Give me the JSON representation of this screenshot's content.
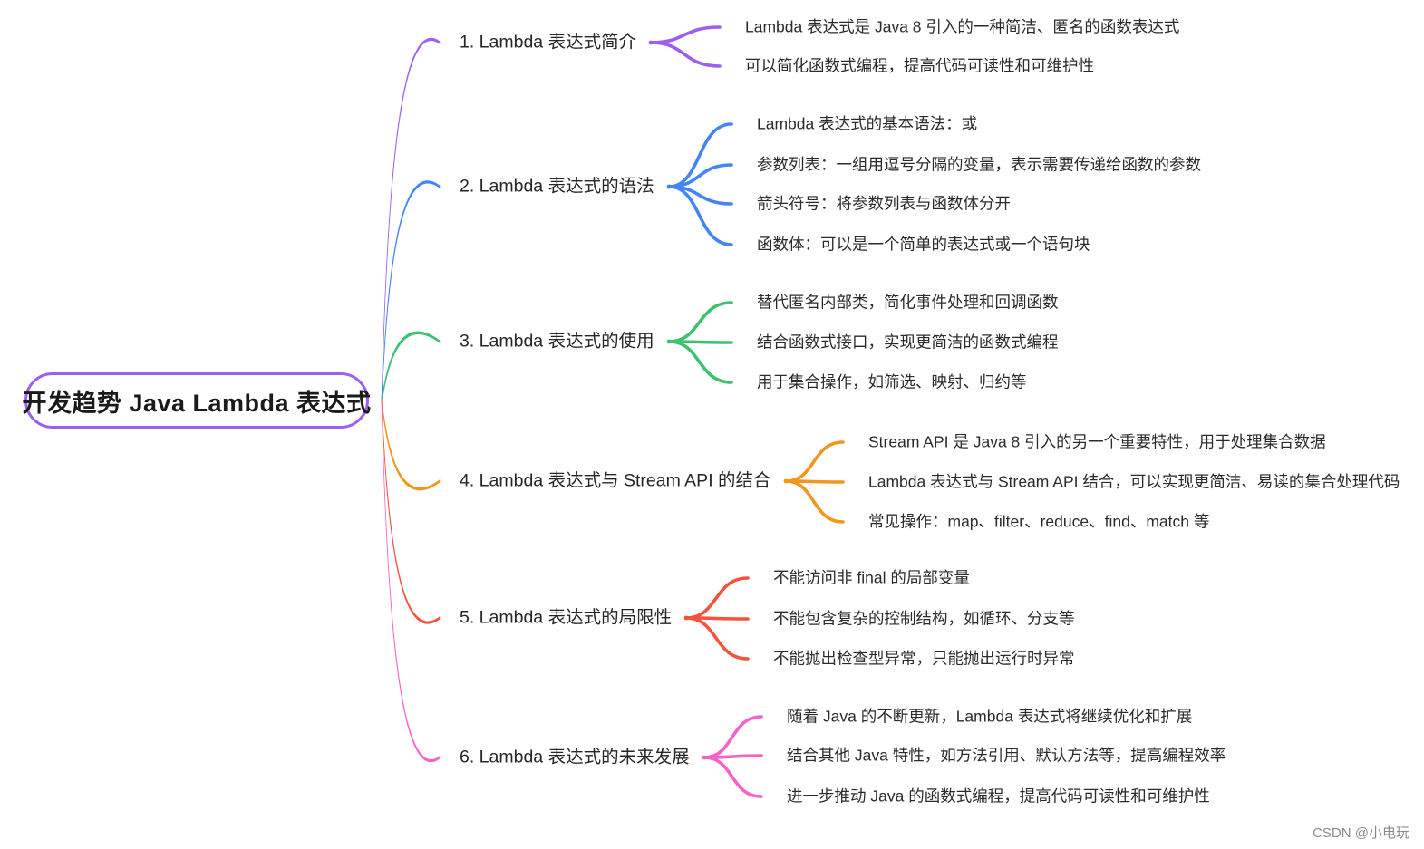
{
  "diagram": {
    "type": "mindmap",
    "title": "开发趋势 Java Lambda 表达式",
    "root": {
      "label": "开发趋势 Java Lambda 表达式",
      "border_color": "#9c5ff0"
    },
    "branches": [
      {
        "label": "1. Lambda 表达式简介",
        "color": "#9c5ff0",
        "children": [
          {
            "label": "Lambda 表达式是 Java 8 引入的一种简洁、匿名的函数表达式"
          },
          {
            "label": "可以简化函数式编程，提高代码可读性和可维护性"
          }
        ]
      },
      {
        "label": "2. Lambda 表达式的语法",
        "color": "#4285f4",
        "children": [
          {
            "label": "Lambda 表达式的基本语法：或"
          },
          {
            "label": "参数列表：一组用逗号分隔的变量，表示需要传递给函数的参数"
          },
          {
            "label": "箭头符号：将参数列表与函数体分开"
          },
          {
            "label": "函数体：可以是一个简单的表达式或一个语句块"
          }
        ]
      },
      {
        "label": "3. Lambda 表达式的使用",
        "color": "#3cc26e",
        "children": [
          {
            "label": "替代匿名内部类，简化事件处理和回调函数"
          },
          {
            "label": "结合函数式接口，实现更简洁的函数式编程"
          },
          {
            "label": "用于集合操作，如筛选、映射、归约等"
          }
        ]
      },
      {
        "label": "4. Lambda 表达式与 Stream API 的结合",
        "color": "#f2961e",
        "children": [
          {
            "label": "Stream API 是 Java 8 引入的另一个重要特性，用于处理集合数据"
          },
          {
            "label": "Lambda 表达式与 Stream API 结合，可以实现更简洁、易读的集合处理代码"
          },
          {
            "label": "常见操作：map、filter、reduce、find、match 等"
          }
        ]
      },
      {
        "label": "5. Lambda 表达式的局限性",
        "color": "#f5533d",
        "children": [
          {
            "label": "不能访问非 final 的局部变量"
          },
          {
            "label": "不能包含复杂的控制结构，如循环、分支等"
          },
          {
            "label": "不能抛出检查型异常，只能抛出运行时异常"
          }
        ]
      },
      {
        "label": "6. Lambda 表达式的未来发展",
        "color": "#f562c8",
        "children": [
          {
            "label": "随着 Java 的不断更新，Lambda 表达式将继续优化和扩展"
          },
          {
            "label": "结合其他 Java 特性，如方法引用、默认方法等，提高编程效率"
          },
          {
            "label": "进一步推动 Java 的函数式编程，提高代码可读性和可维护性"
          }
        ]
      }
    ]
  },
  "watermark": {
    "text": "CSDN @小电玩"
  }
}
